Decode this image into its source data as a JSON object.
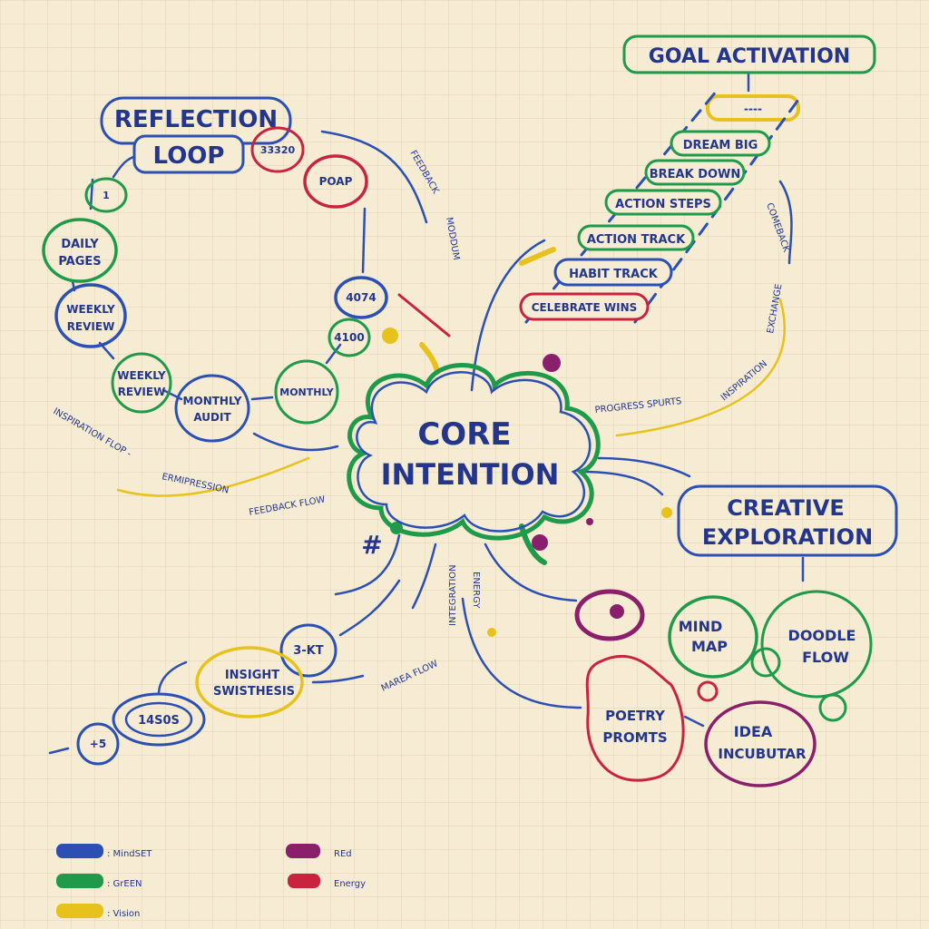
{
  "colors": {
    "blue": "#2b4fb3",
    "green": "#1f9a4a",
    "yellow": "#e8c21c",
    "purple": "#8a1f6c",
    "red": "#c9233f",
    "ink": "#23368c",
    "paper": "#f6ecd4"
  },
  "reflection": {
    "title_line1": "REFLECTION",
    "title_line2": "LOOP",
    "nodes": [
      "33320",
      "POAP",
      "4074",
      "4100",
      "MONTHLY",
      "MONTHLY",
      "AUDIT",
      "WEEKLY",
      "REVIEW",
      "WEEKLY",
      "REVIEW",
      "DAILY",
      "PAGES",
      "1"
    ]
  },
  "core": {
    "line1": "CORE",
    "line2": "INTENTION"
  },
  "goal": {
    "title": "GOAL ACTIVATION",
    "placeholder": "----",
    "steps": [
      "DREAM BIG",
      "BREAK DOWN",
      "ACTION STEPS",
      "ACTION TRACK",
      "HABIT TRACK",
      "CELEBRATE WINS"
    ]
  },
  "creative": {
    "line1": "CREATIVE",
    "line2": "EXPLORATION",
    "mind_map": [
      "MIND",
      "MAP"
    ],
    "doodle_flow": [
      "DOODLE",
      "FLOW"
    ],
    "poetry": [
      "POETRY",
      "PROMTS"
    ],
    "idea": [
      "IDEA",
      "INCUBUTAR"
    ]
  },
  "insight": {
    "line1": "INSIGHT",
    "line2": "SWISTHESIS",
    "node_a": "3-KT",
    "node_b": "14S0S",
    "node_c": "+5"
  },
  "flows": {
    "feedback_top": "FEEDBACK",
    "feedback_top2": "MODDUM",
    "inspiration_flop": "INSPIRATION FLOP -",
    "expression": "ERMIPRESSION",
    "feedback_flow": "FEEDBACK FLOW",
    "progress": "PROGRESS SPURTS",
    "inspiration": "INSPIRATION",
    "exchange": "EXCHANGE",
    "comeback": "COMEBACK",
    "integration": "INTEGRATION",
    "energy": "ENERGY",
    "marea": "MAREA FLOW"
  },
  "legend": [
    {
      "label": ": MindSET",
      "color": "#2b4fb3"
    },
    {
      "label": ": GrEEN",
      "color": "#1f9a4a"
    },
    {
      "label": ": Vision",
      "color": "#e8c21c"
    },
    {
      "label": "REd",
      "color": "#8a1f6c"
    },
    {
      "label": "Energy",
      "color": "#c9233f"
    }
  ]
}
